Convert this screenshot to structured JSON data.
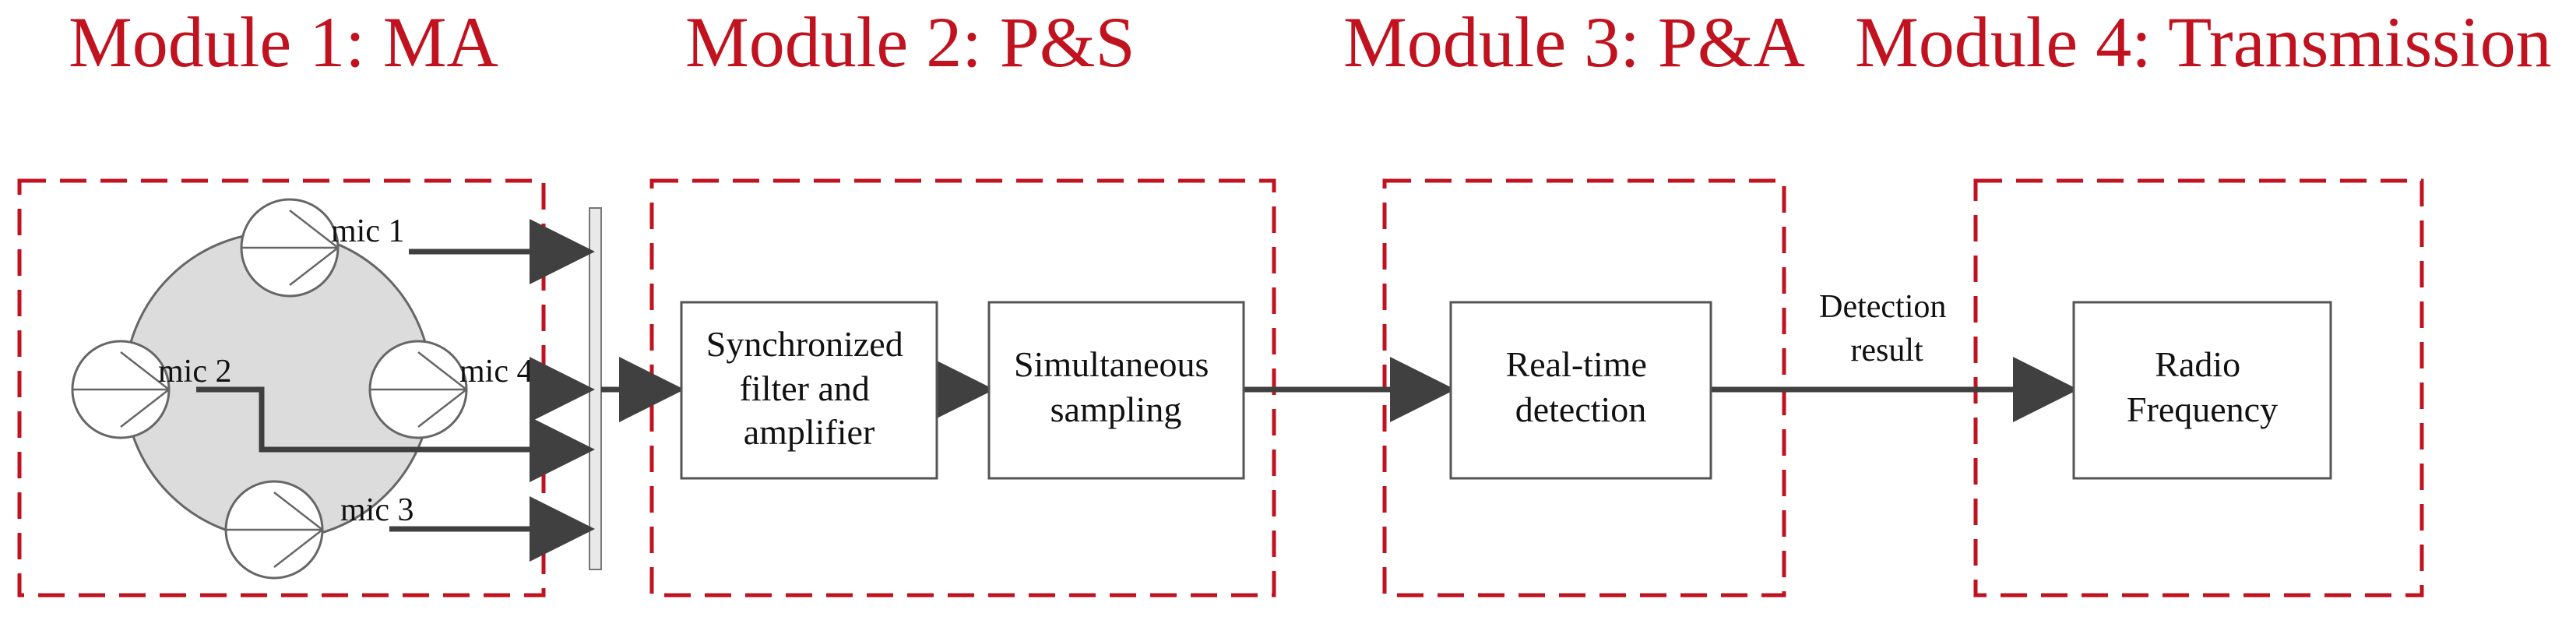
{
  "modules": {
    "m1": {
      "title": "Module 1: MA"
    },
    "m2": {
      "title": "Module 2: P&S"
    },
    "m3": {
      "title": "Module 3: P&A"
    },
    "m4": {
      "title": "Module 4: Transmission"
    }
  },
  "mics": {
    "mic1": "mic 1",
    "mic2": "mic 2",
    "mic3": "mic 3",
    "mic4": "mic 4"
  },
  "blocks": {
    "filter": [
      "Synchronized",
      "filter and",
      "amplifier"
    ],
    "sampling": [
      "Simultaneous",
      "sampling"
    ],
    "detection": [
      "Real-time",
      "detection"
    ],
    "radio": [
      "Radio",
      "Frequency"
    ]
  },
  "labels": {
    "result": [
      "Detection",
      "result"
    ]
  },
  "colors": {
    "module": "#c1121f",
    "arrow": "#404040",
    "array_fill": "#dcdcdc",
    "block_border": "#555555"
  }
}
